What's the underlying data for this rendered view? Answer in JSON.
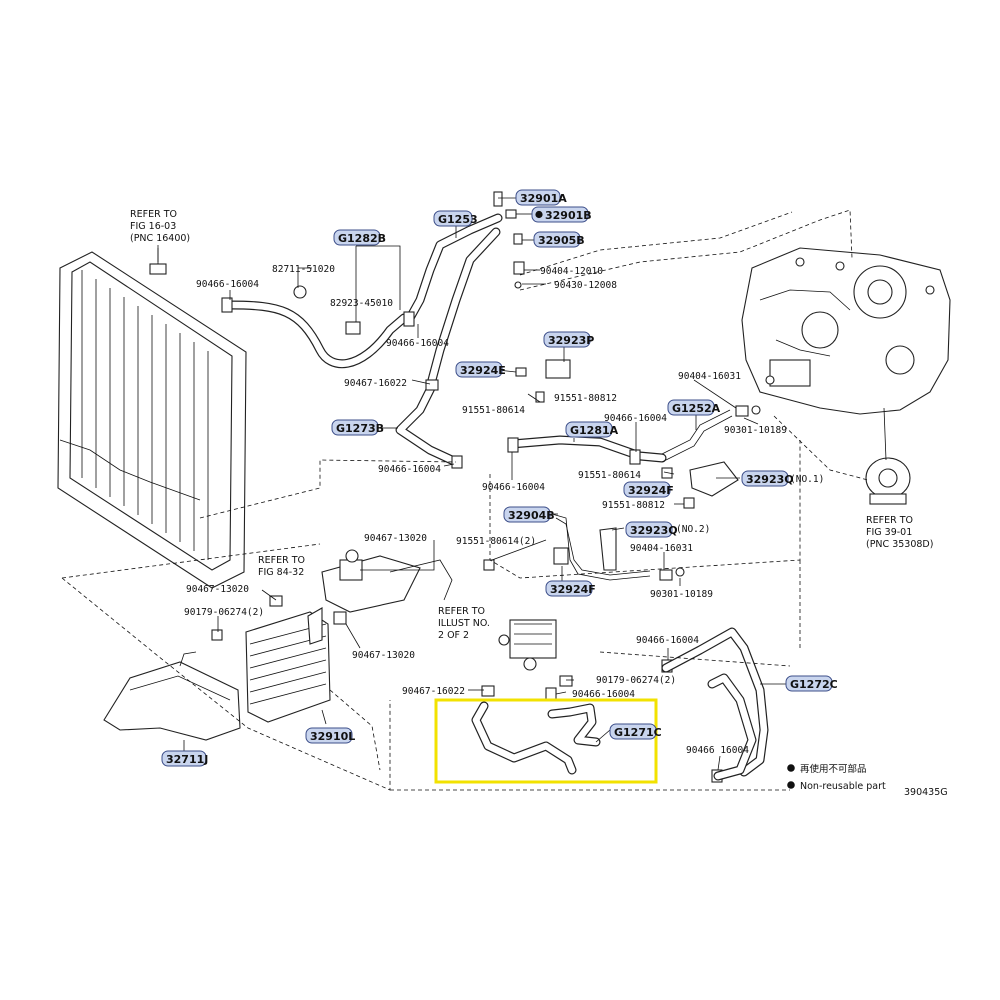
{
  "refs": {
    "radiator": [
      "REFER TO",
      "FIG 16-03",
      "(PNC 16400)"
    ],
    "fig84": [
      "REFER TO",
      "FIG 84-32"
    ],
    "illust": [
      "REFER TO",
      "ILLUST NO.",
      "2 OF 2"
    ],
    "fig39": [
      "REFER TO",
      "FIG 39-01",
      "(PNC 35308D)"
    ]
  },
  "pills": {
    "p32901A": "32901A",
    "p32901B": "32901B",
    "p32905B": "32905B",
    "pG1253": "G1253",
    "pG1282B": "G1282B",
    "p32923P": "32923P",
    "p32924E": "32924E",
    "pG1252A": "G1252A",
    "pG1273B": "G1273B",
    "pG1281A": "G1281A",
    "p32923Q1": "32923Q",
    "p32924F1": "32924F",
    "p32904B": "32904B",
    "p32923Q2": "32923Q",
    "p32924F2": "32924F",
    "pG1272C": "G1272C",
    "p32910L": "32910L",
    "pG1271C": "G1271C",
    "p32711J": "32711J"
  },
  "labels": {
    "l90404_12010": "90404-12010",
    "l90430_12008": "90430-12008",
    "l90466_16004_a": "90466-16004",
    "l82711_51020": "82711-51020",
    "l82923_45010": "82923-45010",
    "l90466_16004_b": "90466-16004",
    "l90467_16022_a": "90467-16022",
    "l91551_80812_a": "91551-80812",
    "l91551_80614_a": "91551-80614",
    "l90404_16031_a": "90404-16031",
    "l90466_16004_c": "90466-16004",
    "l90301_10189_a": "90301-10189",
    "l90466_16004_d": "90466-16004",
    "l90466_16004_e": "90466-16004",
    "l91551_80614_b": "91551-80614",
    "l91551_80812_b": "91551-80812",
    "l90467_13020_a": "90467-13020",
    "l91551_80614_c": "91551-80614(2)",
    "l90404_16031_b": "90404-16031",
    "l90301_10189_b": "90301-10189",
    "l90467_13020_b": "90467-13020",
    "l90179_06274_a": "90179-06274(2)",
    "l90467_13020_c": "90467-13020",
    "l90466_16004_f": "90466-16004",
    "l90179_06274_b": "90179-06274(2)",
    "l90467_16022_b": "90467-16022",
    "l90466_16004_g": "90466-16004",
    "l90466_16004_h": "90466 16004",
    "no1": "(NO.1)",
    "no2": "(NO.2)"
  },
  "legend": {
    "reuse_jp": "再使用不可部品",
    "reuse_en": "Non-reusable part"
  },
  "figure_id": "390435G",
  "colors": {
    "pill_fill": "#c9d5ee",
    "pill_border": "#3d4f8a",
    "highlight": "#f2e200"
  }
}
